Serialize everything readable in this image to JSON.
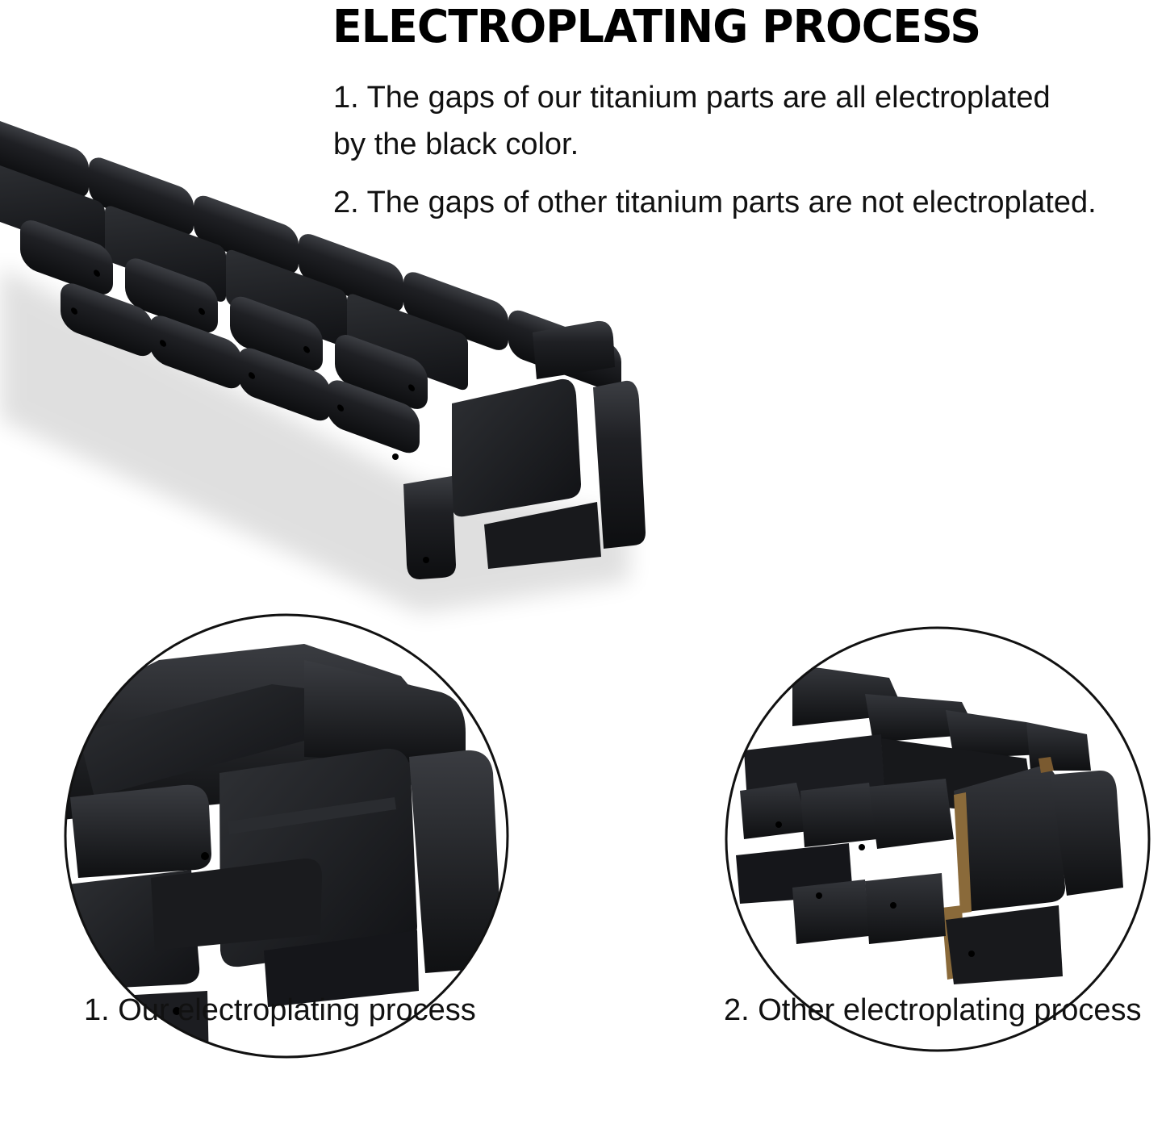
{
  "heading": "ELECTROPLATING PROCESS",
  "points": {
    "one_line1": "1. The gaps of our titanium parts are all electroplated",
    "one_line2": "by the black color.",
    "two": "2. The gaps of other titanium parts are not electroplated."
  },
  "captions": {
    "ours": "1. Our electroplating process",
    "other": "2. Other electroplating process"
  },
  "colors": {
    "metal": "#1b1c1f",
    "metal_edge": "#3a3c41",
    "unplated_gap": "#8a6a3a",
    "circle_border": "#111111"
  },
  "icons": [
    "black-titanium-band-photo",
    "magnified-plated-links",
    "magnified-unplated-links"
  ]
}
